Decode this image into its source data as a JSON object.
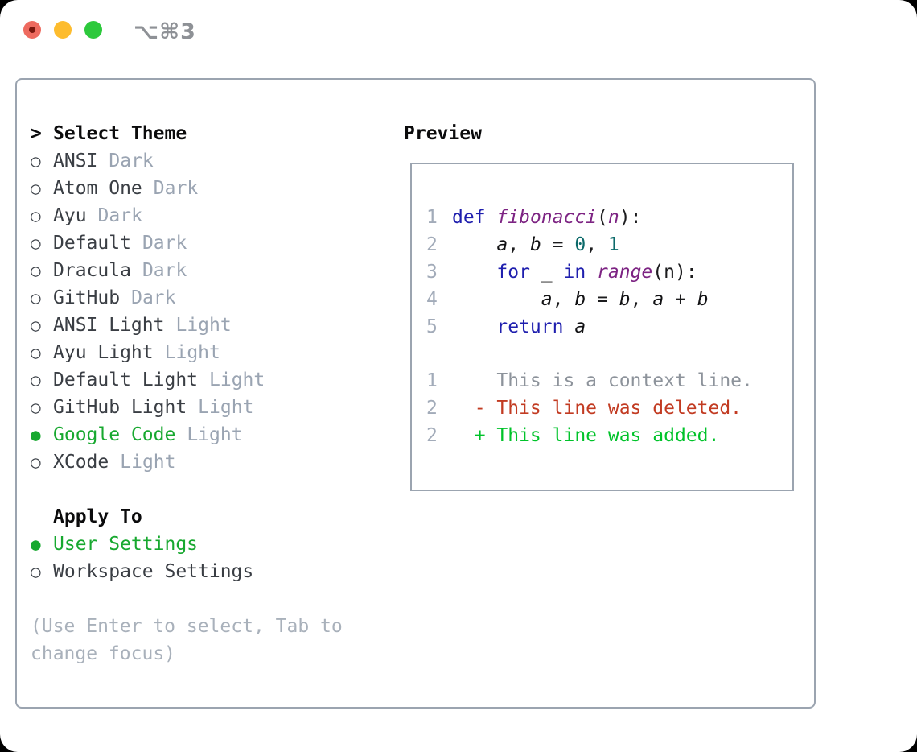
{
  "window": {
    "title_shortcut": "⌥⌘3"
  },
  "select_theme": {
    "prompt": ">",
    "title": "Select Theme",
    "unselected_marker": "○",
    "selected_marker": "●",
    "items": [
      {
        "name": "ANSI",
        "variant": "Dark",
        "selected": false
      },
      {
        "name": "Atom One",
        "variant": "Dark",
        "selected": false
      },
      {
        "name": "Ayu",
        "variant": "Dark",
        "selected": false
      },
      {
        "name": "Default",
        "variant": "Dark",
        "selected": false
      },
      {
        "name": "Dracula",
        "variant": "Dark",
        "selected": false
      },
      {
        "name": "GitHub",
        "variant": "Dark",
        "selected": false
      },
      {
        "name": "ANSI Light",
        "variant": "Light",
        "selected": false
      },
      {
        "name": "Ayu Light",
        "variant": "Light",
        "selected": false
      },
      {
        "name": "Default Light",
        "variant": "Light",
        "selected": false
      },
      {
        "name": "GitHub Light",
        "variant": "Light",
        "selected": false
      },
      {
        "name": "Google Code",
        "variant": "Light",
        "selected": true
      },
      {
        "name": "XCode",
        "variant": "Light",
        "selected": false
      }
    ]
  },
  "apply_to": {
    "title": "Apply To",
    "options": [
      {
        "label": "User Settings",
        "selected": true
      },
      {
        "label": "Workspace Settings",
        "selected": false
      }
    ]
  },
  "help_text": "(Use Enter to select, Tab to change focus)",
  "preview": {
    "title": "Preview",
    "code_lines": [
      {
        "num": "1",
        "tokens": [
          {
            "t": "def",
            "c": "kw"
          },
          {
            "t": " ",
            "c": "pl"
          },
          {
            "t": "fibonacci",
            "c": "fn"
          },
          {
            "t": "(",
            "c": "pl"
          },
          {
            "t": "n",
            "c": "param"
          },
          {
            "t": "):",
            "c": "pl"
          }
        ]
      },
      {
        "num": "2",
        "tokens": [
          {
            "t": "    ",
            "c": "pl"
          },
          {
            "t": "a",
            "c": "id"
          },
          {
            "t": ", ",
            "c": "pl"
          },
          {
            "t": "b",
            "c": "id"
          },
          {
            "t": " = ",
            "c": "pl"
          },
          {
            "t": "0",
            "c": "lit"
          },
          {
            "t": ", ",
            "c": "pl"
          },
          {
            "t": "1",
            "c": "lit"
          }
        ]
      },
      {
        "num": "3",
        "tokens": [
          {
            "t": "    ",
            "c": "pl"
          },
          {
            "t": "for",
            "c": "kw"
          },
          {
            "t": " _ ",
            "c": "pl"
          },
          {
            "t": "in",
            "c": "kw"
          },
          {
            "t": " ",
            "c": "pl"
          },
          {
            "t": "range",
            "c": "fn"
          },
          {
            "t": "(n):",
            "c": "pl"
          }
        ]
      },
      {
        "num": "4",
        "tokens": [
          {
            "t": "        ",
            "c": "pl"
          },
          {
            "t": "a",
            "c": "id"
          },
          {
            "t": ", ",
            "c": "pl"
          },
          {
            "t": "b",
            "c": "id"
          },
          {
            "t": " = ",
            "c": "pl"
          },
          {
            "t": "b",
            "c": "id"
          },
          {
            "t": ", ",
            "c": "pl"
          },
          {
            "t": "a",
            "c": "id"
          },
          {
            "t": " + ",
            "c": "pl"
          },
          {
            "t": "b",
            "c": "id"
          }
        ]
      },
      {
        "num": "5",
        "tokens": [
          {
            "t": "    ",
            "c": "pl"
          },
          {
            "t": "return",
            "c": "kw"
          },
          {
            "t": " ",
            "c": "pl"
          },
          {
            "t": "a",
            "c": "id"
          }
        ]
      }
    ],
    "diff_lines": [
      {
        "num": "1",
        "kind": "context",
        "text": "    This is a context line."
      },
      {
        "num": "2",
        "kind": "deleted",
        "text": "  - This line was deleted."
      },
      {
        "num": "2",
        "kind": "added",
        "text": "  + This line was added."
      }
    ]
  },
  "colors": {
    "selected_green": "#17a82f",
    "diff_added_green": "#00c32a",
    "diff_deleted_red": "#c23b22",
    "diff_context_gray": "#8d939b",
    "keyword_blue": "#1f1fae",
    "function_purple": "#7d2483",
    "literal_teal": "#0c6a6a",
    "muted_gray": "#9aa4b2",
    "panel_border_gray": "#9ba4b0",
    "traffic_red": "#ee6a5f",
    "traffic_yellow": "#fdbc2e",
    "traffic_green": "#2dc93c"
  }
}
